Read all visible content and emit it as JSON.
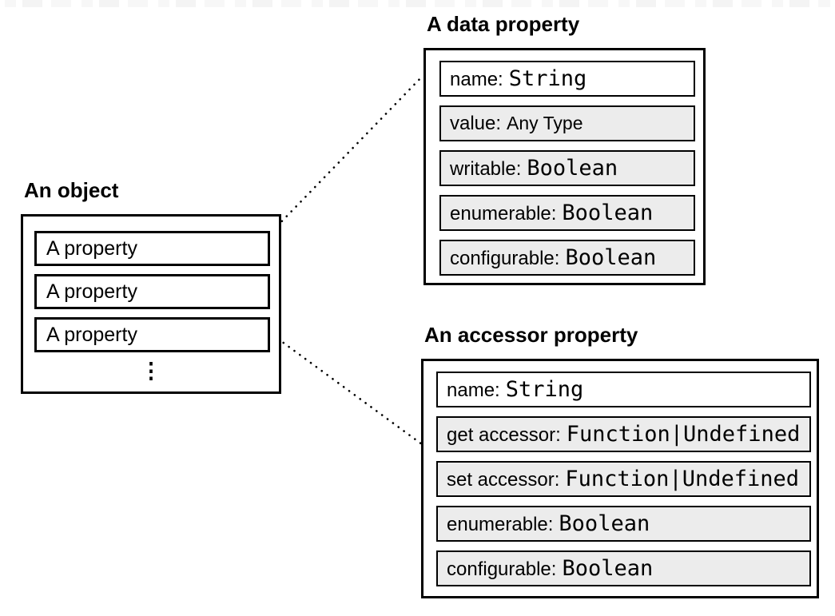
{
  "object_panel": {
    "title": "An object",
    "properties": [
      {
        "label": "A property"
      },
      {
        "label": "A property"
      },
      {
        "label": "A property"
      }
    ],
    "more_indicator": "⋮"
  },
  "data_property_panel": {
    "title": "A data property",
    "fields": [
      {
        "label": "name:",
        "type": "String"
      },
      {
        "label": "value:",
        "type": "Any Type"
      },
      {
        "label": "writable:",
        "type": "Boolean"
      },
      {
        "label": "enumerable:",
        "type": "Boolean"
      },
      {
        "label": "configurable:",
        "type": "Boolean"
      }
    ]
  },
  "accessor_property_panel": {
    "title": "An accessor property",
    "fields": [
      {
        "label": "name:",
        "type": "String"
      },
      {
        "label": "get accessor:",
        "type": "Function|Undefined"
      },
      {
        "label": "set accessor:",
        "type": "Function|Undefined"
      },
      {
        "label": "enumerable:",
        "type": "Boolean"
      },
      {
        "label": "configurable:",
        "type": "Boolean"
      }
    ]
  },
  "colors": {
    "background": "#ffffff",
    "border": "#000000",
    "text": "#000000",
    "field_fill_shaded": "#ececec",
    "field_fill_plain": "#ffffff"
  }
}
